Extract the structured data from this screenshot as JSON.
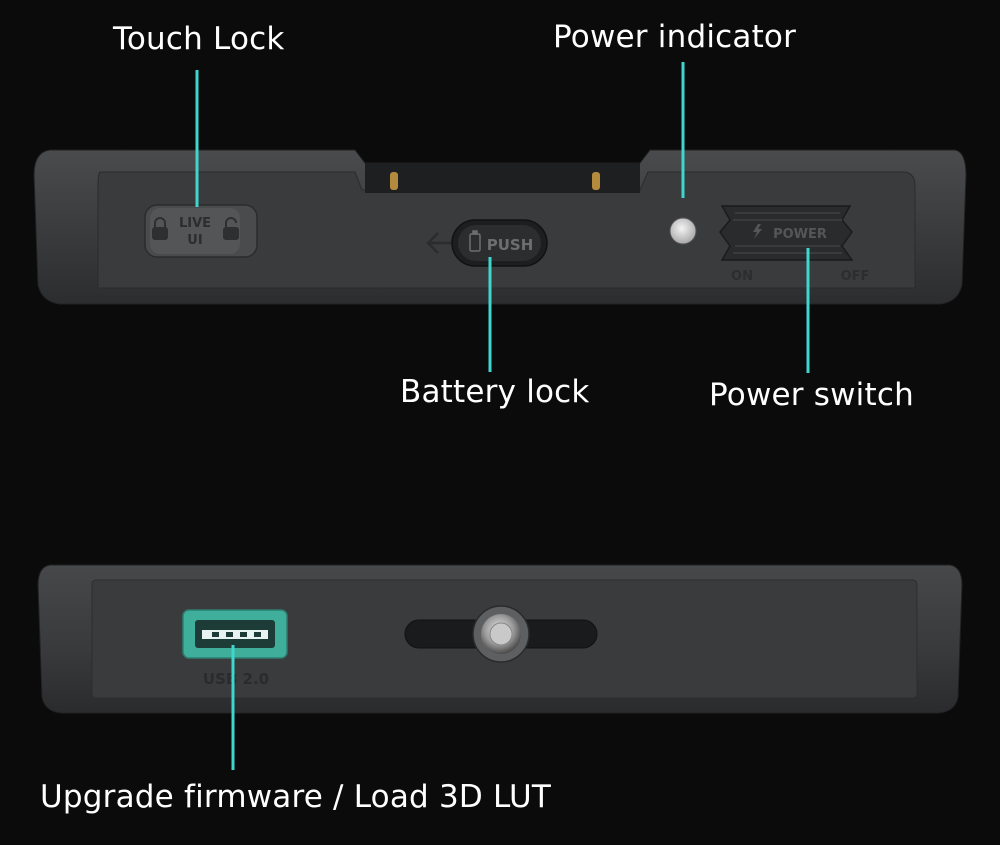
{
  "callouts": {
    "touch_lock": "Touch Lock",
    "power_indicator": "Power indicator",
    "battery_lock": "Battery lock",
    "power_switch": "Power switch",
    "usb_port": "Upgrade firmware / Load 3D LUT"
  },
  "device_markings": {
    "live_top": "LIVE",
    "live_bottom": "UI",
    "push": "PUSH",
    "power": "POWER",
    "on": "ON",
    "off": "OFF",
    "usb": "USB 2.0"
  },
  "colors": {
    "leader_line": "#3fd6cf",
    "usb_port": "#3fae9a",
    "label_text": "#ffffff",
    "background": "#0b0b0c"
  }
}
